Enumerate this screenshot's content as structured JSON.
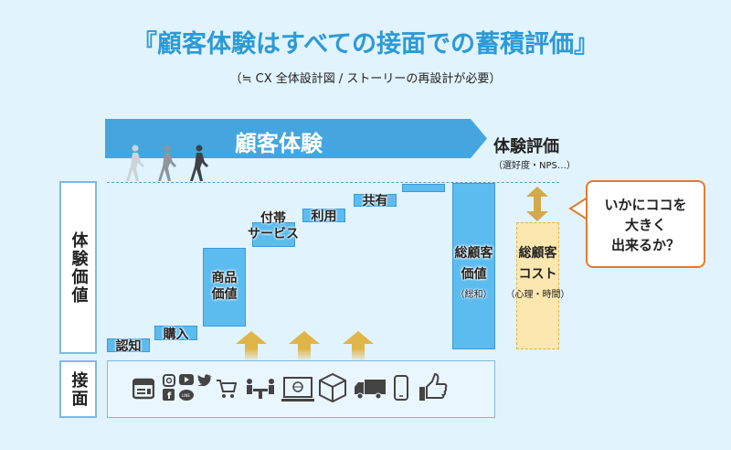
{
  "title": "『顧客体験はすべての接面での蓄積評価』",
  "subtitle": "（≒ CX 全体設計図 / ストーリーの再設計が必要）",
  "banner": "顧客体験",
  "evaluation": {
    "title": "体験評価",
    "sub": "（選好度・NPS…）"
  },
  "axis": {
    "value": "体験価値",
    "touchpoint": "接面"
  },
  "steps": [
    {
      "label": "認知"
    },
    {
      "label": "購入"
    },
    {
      "label": "商品\n価値"
    },
    {
      "label": "付帯\nサービス"
    },
    {
      "label": "利用"
    },
    {
      "label": "共有"
    }
  ],
  "total_value": {
    "line1": "総顧客",
    "line2": "価値",
    "line3": "（総和）"
  },
  "total_cost": {
    "line1": "総顧客",
    "line2": "コスト",
    "line3": "（心理・時間）"
  },
  "callout": {
    "line1": "いかにココを",
    "line2": "大きく",
    "line3": "出来るか？"
  },
  "icons": [
    "web-page-icon",
    "instagram-icon",
    "youtube-icon",
    "facebook-icon",
    "line-icon",
    "twitter-icon",
    "cart-icon",
    "meeting-icon",
    "laptop-globe-icon",
    "package-icon",
    "truck-icon",
    "smartphone-icon",
    "thumbs-up-icon"
  ],
  "colors": {
    "accent": "#2d9ad6",
    "bar": "#5cbcef",
    "gold": "#e0b548",
    "callout": "#e57a2c"
  }
}
